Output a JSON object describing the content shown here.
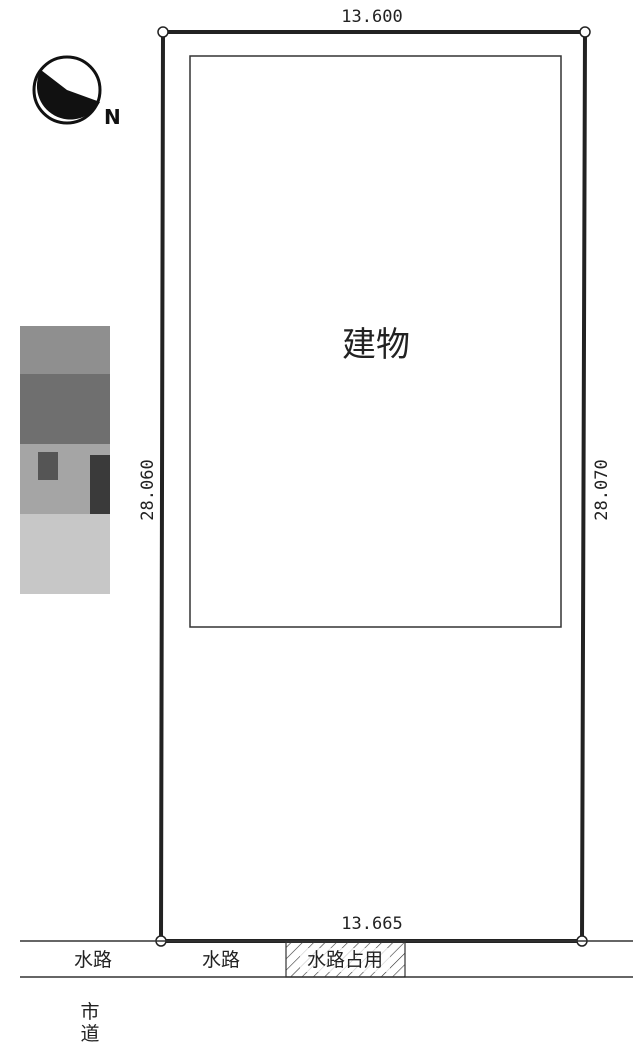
{
  "plot": {
    "top_length": "13.600",
    "bottom_length": "13.665",
    "left_length": "28.060",
    "right_length": "28.070"
  },
  "building": {
    "label": "建物"
  },
  "compass": {
    "label": "N"
  },
  "road_strip": {
    "waterway_left": "水路",
    "waterway_center": "水路",
    "waterway_occupancy": "水路占用",
    "city_road": "市道"
  },
  "colors": {
    "line": "#222222",
    "photo_gray": "#9a9a9a"
  }
}
